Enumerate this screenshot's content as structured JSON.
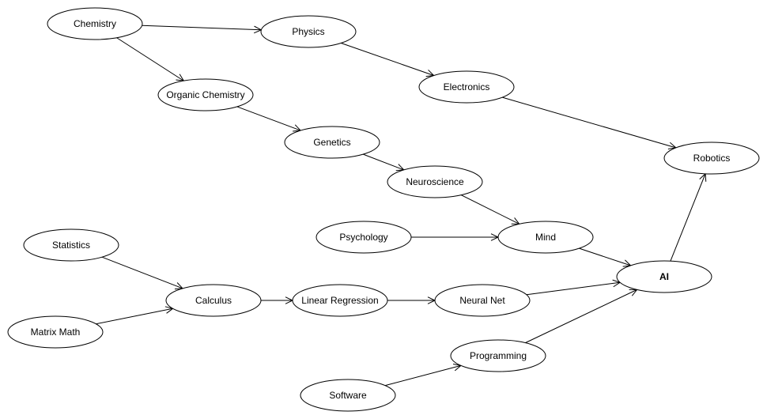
{
  "nodes": [
    {
      "id": "chemistry",
      "label": "Chemistry"
    },
    {
      "id": "physics",
      "label": "Physics"
    },
    {
      "id": "organic-chemistry",
      "label": "Organic Chemistry"
    },
    {
      "id": "electronics",
      "label": "Electronics"
    },
    {
      "id": "genetics",
      "label": "Genetics"
    },
    {
      "id": "robotics",
      "label": "Robotics"
    },
    {
      "id": "neuroscience",
      "label": "Neuroscience"
    },
    {
      "id": "psychology",
      "label": "Psychology"
    },
    {
      "id": "mind",
      "label": "Mind"
    },
    {
      "id": "statistics",
      "label": "Statistics"
    },
    {
      "id": "ai",
      "label": "AI",
      "emphasis": "bold"
    },
    {
      "id": "calculus",
      "label": "Calculus"
    },
    {
      "id": "linear-regression",
      "label": "Linear Regression"
    },
    {
      "id": "neural-net",
      "label": "Neural Net"
    },
    {
      "id": "matrix-math",
      "label": "Matrix Math"
    },
    {
      "id": "programming",
      "label": "Programming"
    },
    {
      "id": "software",
      "label": "Software"
    }
  ],
  "edges": [
    {
      "from": "chemistry",
      "to": "physics"
    },
    {
      "from": "chemistry",
      "to": "organic-chemistry"
    },
    {
      "from": "physics",
      "to": "electronics"
    },
    {
      "from": "organic-chemistry",
      "to": "genetics"
    },
    {
      "from": "electronics",
      "to": "robotics"
    },
    {
      "from": "genetics",
      "to": "neuroscience"
    },
    {
      "from": "neuroscience",
      "to": "mind"
    },
    {
      "from": "psychology",
      "to": "mind"
    },
    {
      "from": "mind",
      "to": "ai"
    },
    {
      "from": "ai",
      "to": "robotics"
    },
    {
      "from": "statistics",
      "to": "calculus"
    },
    {
      "from": "matrix-math",
      "to": "calculus"
    },
    {
      "from": "calculus",
      "to": "linear-regression"
    },
    {
      "from": "linear-regression",
      "to": "neural-net"
    },
    {
      "from": "neural-net",
      "to": "ai"
    },
    {
      "from": "software",
      "to": "programming"
    },
    {
      "from": "programming",
      "to": "ai"
    }
  ],
  "colors": {
    "stroke": "#000000",
    "fill": "#ffffff",
    "text": "#000000"
  }
}
